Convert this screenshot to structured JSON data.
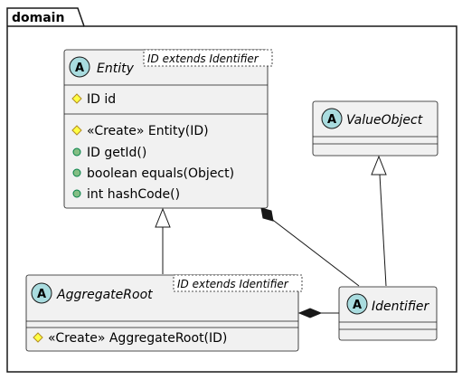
{
  "package": {
    "name": "domain"
  },
  "classes": {
    "entity": {
      "stereo_letter": "A",
      "name": "Entity",
      "type_param": "ID extends Identifier",
      "fields": [
        {
          "visibility": "protected",
          "text": "ID id"
        }
      ],
      "methods": [
        {
          "visibility": "protected",
          "text": "«Create» Entity(ID)"
        },
        {
          "visibility": "public",
          "text": "ID getId()"
        },
        {
          "visibility": "public",
          "text": "boolean equals(Object)"
        },
        {
          "visibility": "public",
          "text": "int hashCode()"
        }
      ]
    },
    "value_object": {
      "stereo_letter": "A",
      "name": "ValueObject",
      "fields": [],
      "methods": []
    },
    "aggregate_root": {
      "stereo_letter": "A",
      "name": "AggregateRoot",
      "type_param": "ID extends Identifier",
      "fields": [],
      "methods": [
        {
          "visibility": "protected",
          "text": "«Create» AggregateRoot(ID)"
        }
      ]
    },
    "identifier": {
      "stereo_letter": "A",
      "name": "Identifier",
      "fields": [],
      "methods": []
    }
  },
  "relations": [
    {
      "from": "AggregateRoot",
      "to": "Entity",
      "kind": "generalization"
    },
    {
      "from": "Identifier",
      "to": "ValueObject",
      "kind": "generalization"
    },
    {
      "from": "Identifier",
      "to": "Entity",
      "kind": "composition"
    },
    {
      "from": "Identifier",
      "to": "AggregateRoot",
      "kind": "composition"
    }
  ],
  "colors": {
    "class_fill": "#f1f1f1",
    "border": "#181818",
    "badge_fill": "#a9dcdf",
    "protected_marker": "#ffff44",
    "protected_marker_stroke": "#b38d22",
    "public_marker": "#84be84",
    "public_marker_stroke": "#038048"
  }
}
